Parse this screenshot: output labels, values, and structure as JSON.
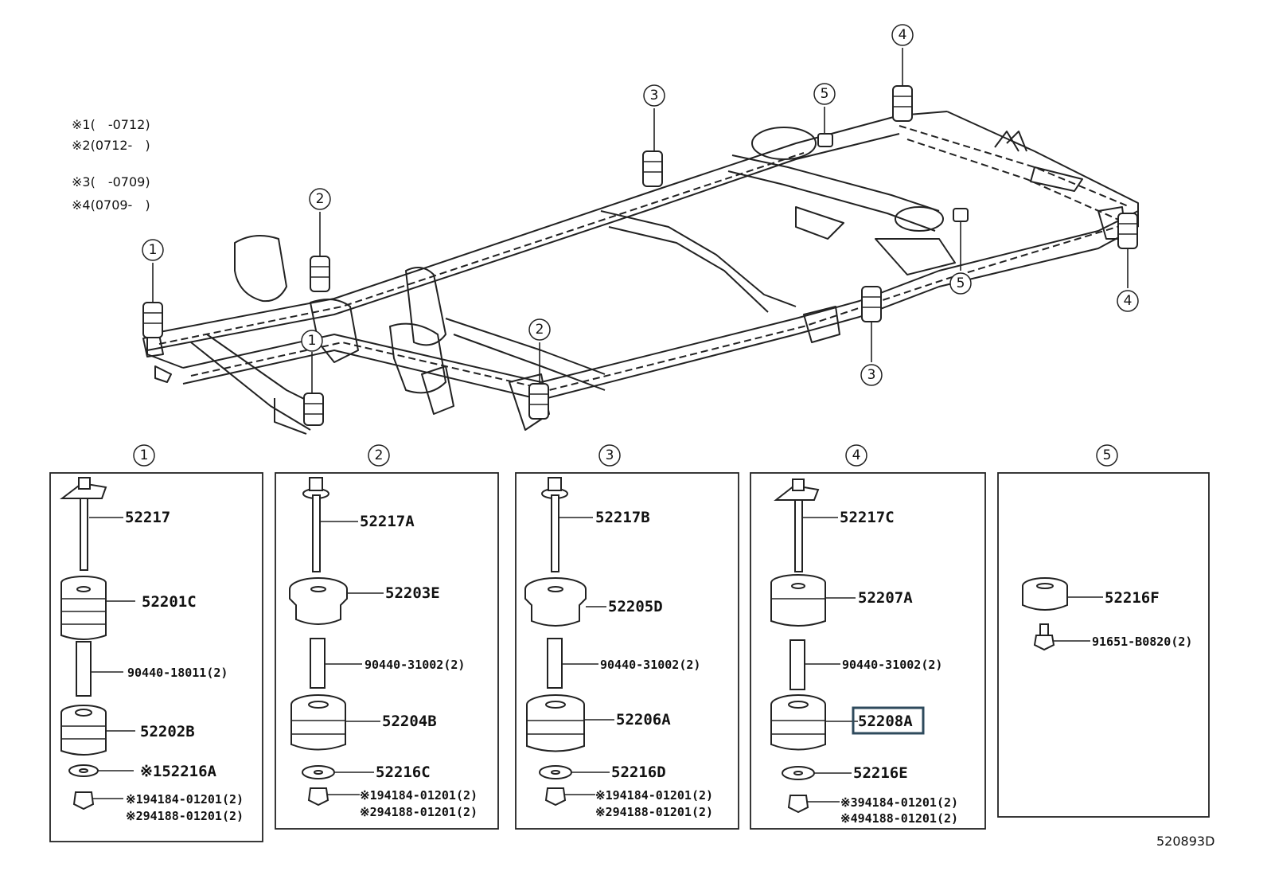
{
  "notes": [
    "※1(　-0712)",
    "※2(0712-　)",
    "※3(　-0709)",
    "※4(0709-　)"
  ],
  "frame_callouts": [
    "1",
    "1",
    "2",
    "2",
    "3",
    "3",
    "4",
    "4",
    "5",
    "5"
  ],
  "sections": [
    {
      "number": "1",
      "labels": [
        "52217",
        "52201C",
        "90440-18011(2)",
        "52202B",
        "※152216A",
        "※194184-01201(2)",
        "※294188-01201(2)"
      ]
    },
    {
      "number": "2",
      "labels": [
        "52217A",
        "52203E",
        "90440-31002(2)",
        "52204B",
        "52216C",
        "※194184-01201(2)",
        "※294188-01201(2)"
      ]
    },
    {
      "number": "3",
      "labels": [
        "52217B",
        "52205D",
        "90440-31002(2)",
        "52206A",
        "52216D",
        "※194184-01201(2)",
        "※294188-01201(2)"
      ]
    },
    {
      "number": "4",
      "labels": [
        "52217C",
        "52207A",
        "90440-31002(2)",
        "52208A",
        "52216E",
        "※394184-01201(2)",
        "※494188-01201(2)"
      ]
    },
    {
      "number": "5",
      "labels": [
        "52216F",
        "91651-B0820(2)"
      ]
    }
  ],
  "highlighted_part": "52208A",
  "diagram_code": "520893D"
}
